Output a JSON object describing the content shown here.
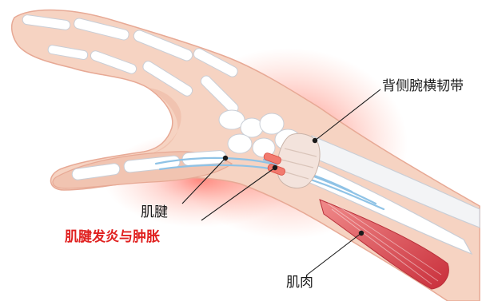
{
  "labels": {
    "dorsal_retinaculum": "背侧腕横韧带",
    "tendon": "肌腱",
    "tendonitis": "肌腱发炎与肿胀",
    "muscle": "肌肉"
  },
  "colors": {
    "skin": "#f6d3c2",
    "skin_edge": "#e7a995",
    "bone": "#ffffff",
    "bone_edge": "#c9ced6",
    "tendon": "#8fc3e6",
    "muscle": "#d9434b",
    "inflammation": "#ff3c2a",
    "warn_text": "#e0201f",
    "leader": "#1a1a1a"
  }
}
